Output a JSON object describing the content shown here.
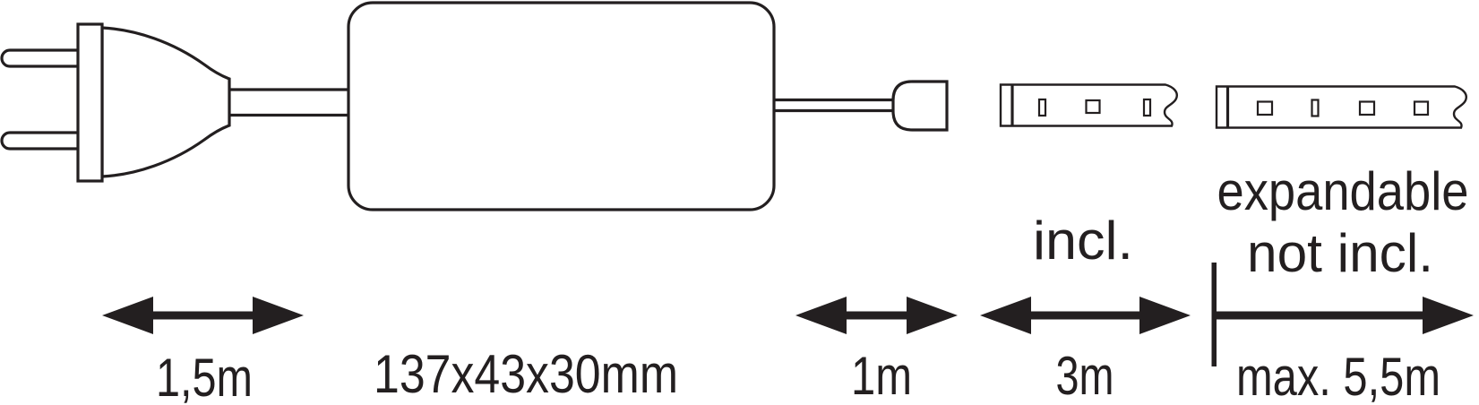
{
  "canvas": {
    "background": "#ffffff",
    "ink": "#231f20"
  },
  "labels": {
    "plug_cable_length": "1,5m",
    "driver_dimensions": "137x43x30mm",
    "output_cable_length": "1m",
    "strip_length": "3m",
    "strip_note": "incl.",
    "expansion_note_line1": "expandable",
    "expansion_note_line2": "not incl.",
    "expansion_max_length": "max. 5,5m"
  }
}
